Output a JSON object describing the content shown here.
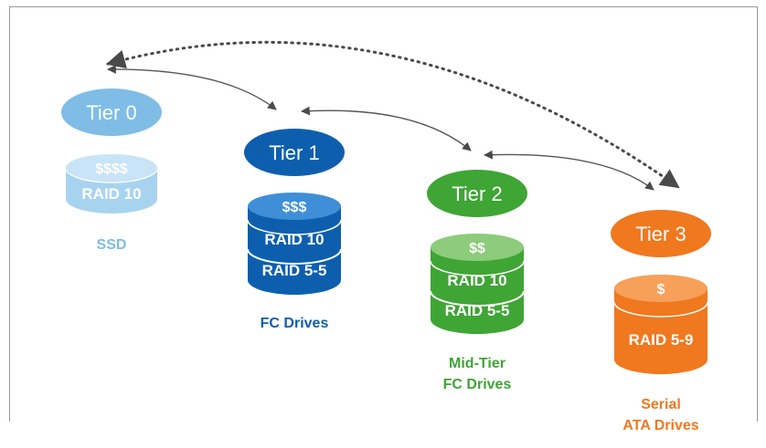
{
  "colors": {
    "tier0_light": "#a8d3ef",
    "tier0_mid": "#7fbde6",
    "tier1_light": "#3e8fd8",
    "tier1_dark": "#0d5fae",
    "tier2_light": "#8ccc7a",
    "tier2_dark": "#3fa535",
    "tier3_light": "#f7a05a",
    "tier3_dark": "#f0781e",
    "arrow": "#555555"
  },
  "tiers": [
    {
      "tier_label": "Tier 0",
      "cost": "$$$$",
      "raid_levels": [
        "RAID 10"
      ],
      "drive_label": [
        "SSD"
      ]
    },
    {
      "tier_label": "Tier 1",
      "cost": "$$$",
      "raid_levels": [
        "RAID 10",
        "RAID 5-5"
      ],
      "drive_label": [
        "FC Drives"
      ]
    },
    {
      "tier_label": "Tier 2",
      "cost": "$$",
      "raid_levels": [
        "RAID 10",
        "RAID 5-5"
      ],
      "drive_label": [
        "Mid-Tier",
        "FC Drives"
      ]
    },
    {
      "tier_label": "Tier 3",
      "cost": "$",
      "raid_levels": [
        "RAID 5-9"
      ],
      "drive_label": [
        "Serial",
        "ATA Drives"
      ]
    }
  ]
}
